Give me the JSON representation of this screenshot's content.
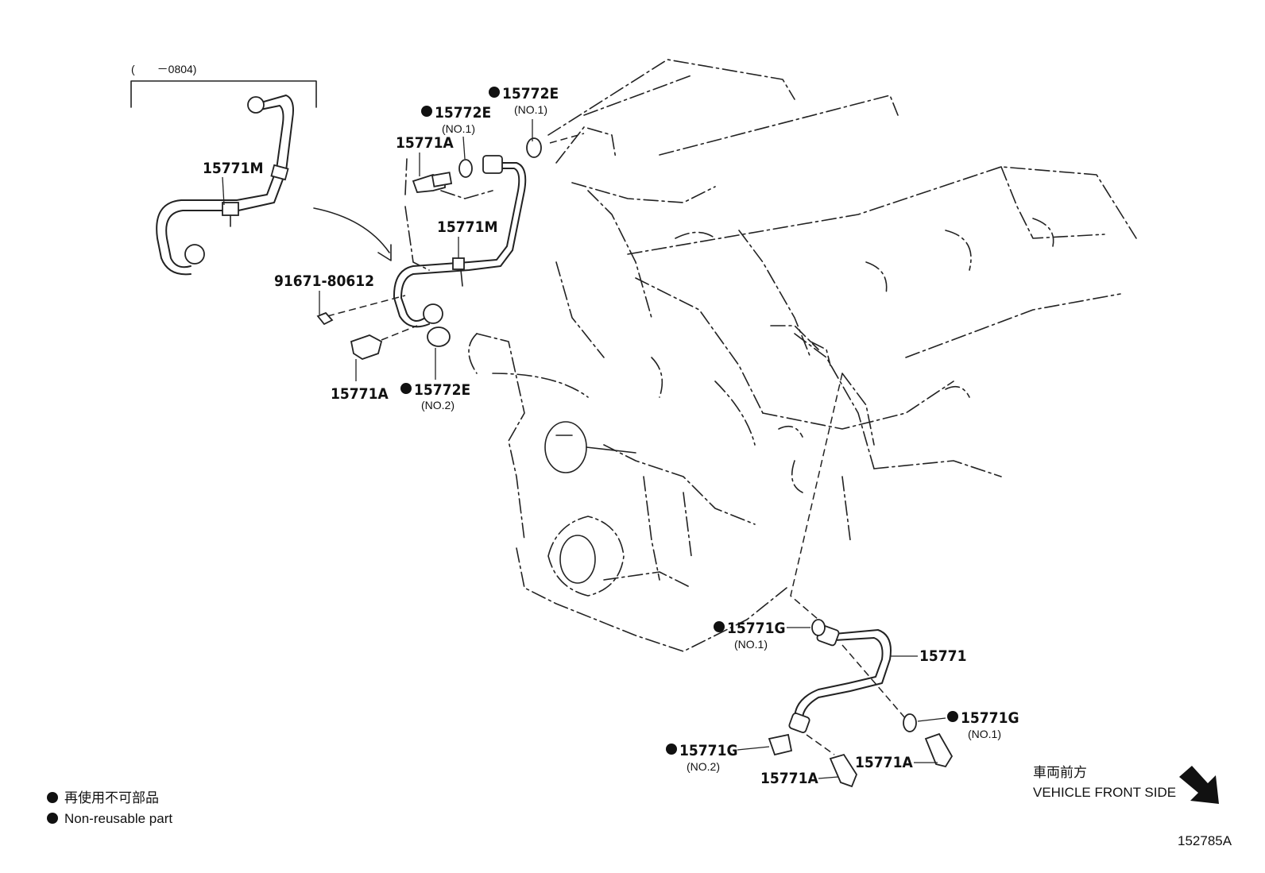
{
  "diagram_id": "152785A",
  "date_bracket": "(　　－0804)",
  "parts": {
    "p1": {
      "code": "15771M"
    },
    "p2": {
      "code": "15772E",
      "note": "(NO.1)"
    },
    "p3": {
      "code": "15772E",
      "note": "(NO.1)"
    },
    "p4": {
      "code": "15771A"
    },
    "p5": {
      "code": "15771M"
    },
    "p6": {
      "code": "91671-80612"
    },
    "p7": {
      "code": "15771A"
    },
    "p8": {
      "code": "15772E",
      "note": "(NO.2)"
    },
    "p9": {
      "code": "15771G",
      "note": "(NO.1)"
    },
    "p10": {
      "code": "15771"
    },
    "p11": {
      "code": "15771G",
      "note": "(NO.1)"
    },
    "p12": {
      "code": "15771G",
      "note": "(NO.2)"
    },
    "p13": {
      "code": "15771A"
    },
    "p14": {
      "code": "15771A"
    }
  },
  "direction": {
    "japanese": "車両前方",
    "english": "VEHICLE FRONT SIDE"
  },
  "legend": {
    "japanese": "再使用不可部品",
    "english": "Non-reusable part"
  }
}
